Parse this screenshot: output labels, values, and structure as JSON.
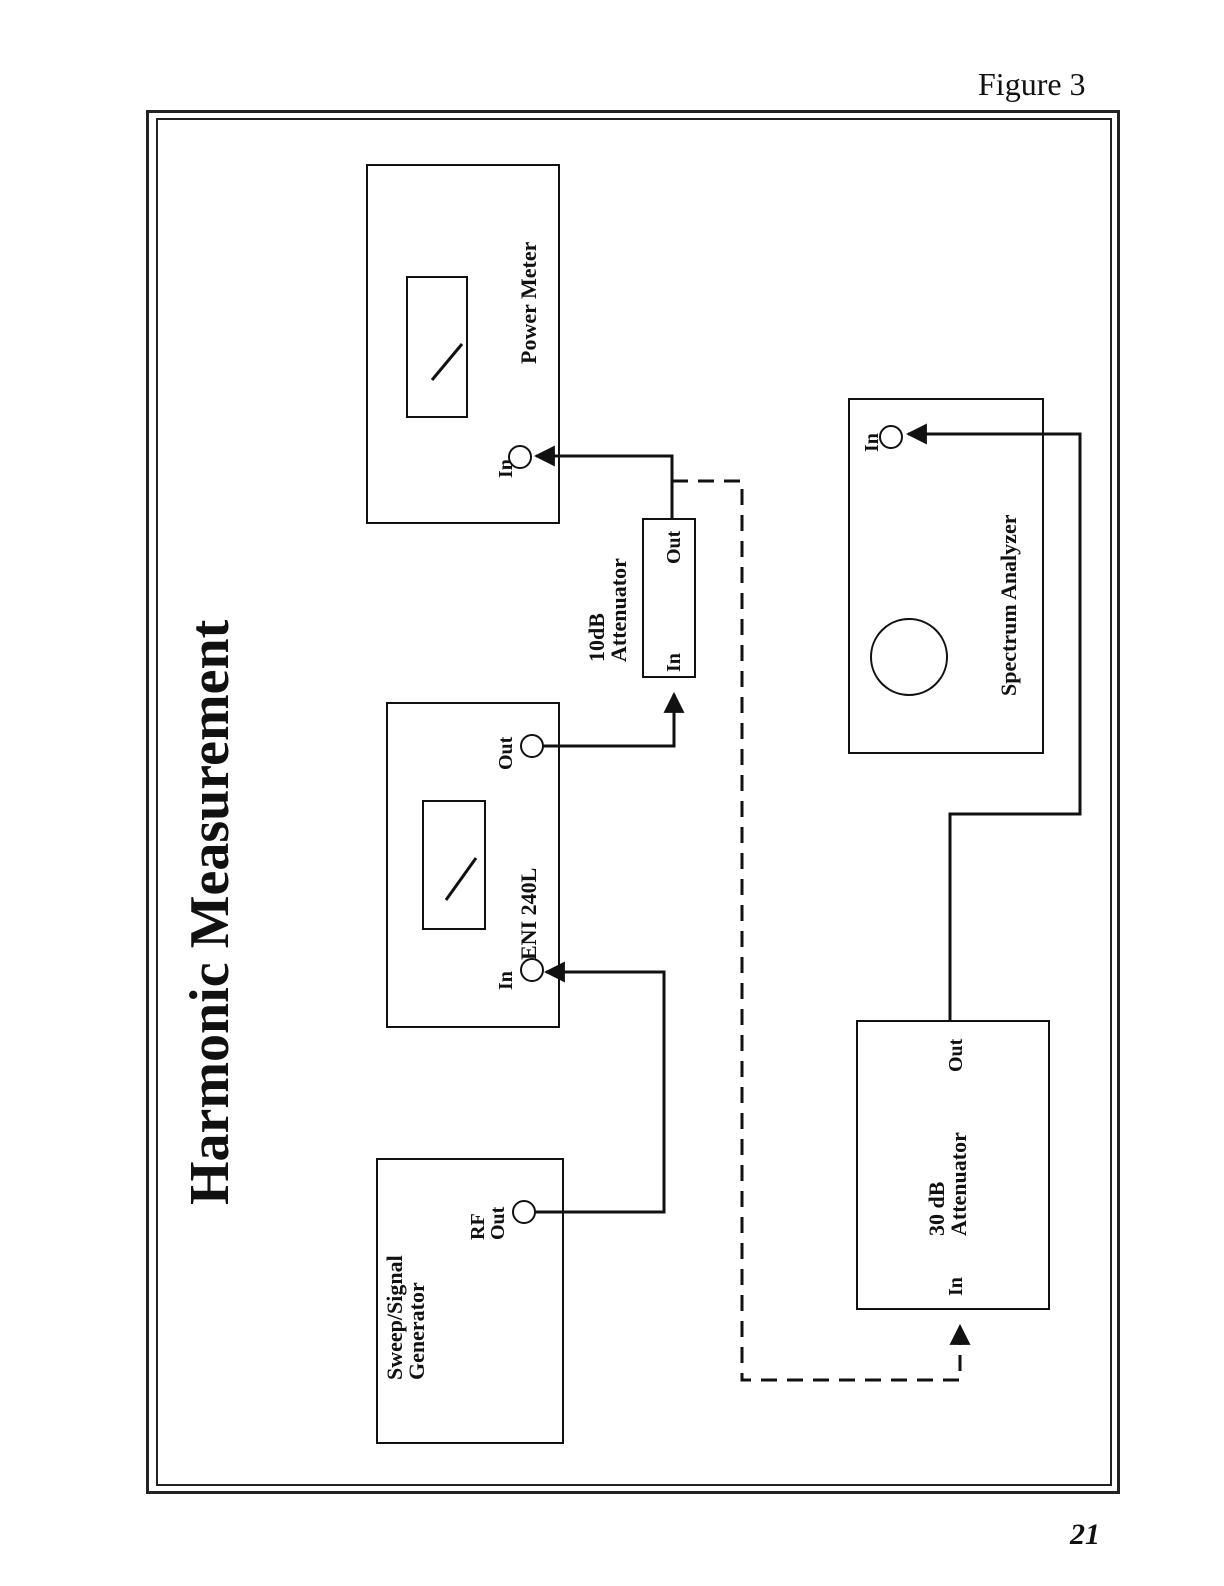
{
  "figure_label": "Figure 3",
  "page_number": "21",
  "title": "Harmonic Measurement",
  "devices": {
    "power_meter": {
      "name": "Power Meter",
      "in": "In"
    },
    "eni": {
      "name": "ENI 240L",
      "in": "In",
      "out": "Out"
    },
    "sweep_gen": {
      "name": "Sweep/Signal\nGenerator",
      "rf_out": "RF\nOut"
    },
    "atten_10db": {
      "name": "10dB\nAttenuator",
      "in": "In",
      "out": "Out"
    },
    "spectrum_analyzer": {
      "name": "Spectrum Analyzer",
      "in": "In"
    },
    "atten_30db": {
      "name": "30 dB\nAttenuator",
      "in": "In",
      "out": "Out"
    }
  }
}
